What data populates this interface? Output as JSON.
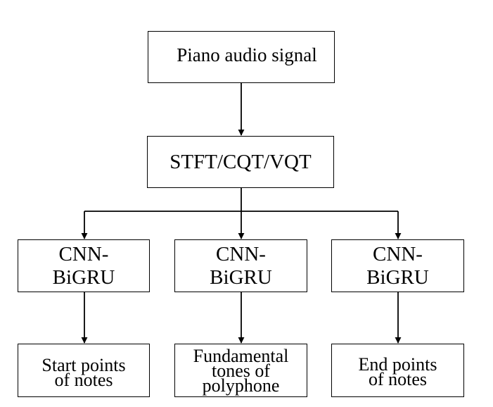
{
  "diagram": {
    "input": "Piano audio signal",
    "transform": "STFT/CQT/VQT",
    "models": [
      "CNN-\nBiGRU",
      "CNN-\nBiGRU",
      "CNN-\nBiGRU"
    ],
    "outputs": [
      "Start points\nof notes",
      "Fundamental\ntones of\npolyphone",
      "End points\nof notes"
    ]
  },
  "colors": {
    "stroke": "#000000",
    "background": "#ffffff"
  }
}
